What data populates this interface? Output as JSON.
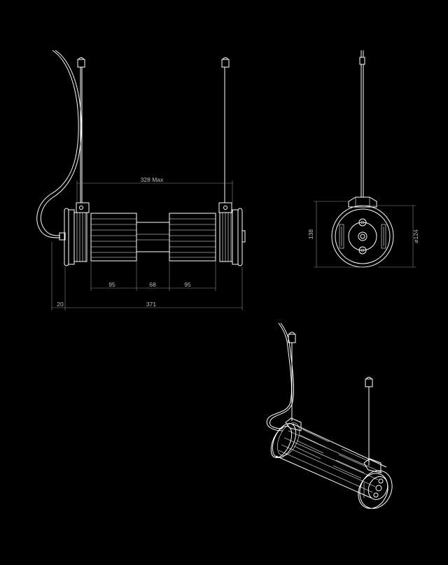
{
  "colors": {
    "background": "#000000",
    "line": "#ffffff",
    "dimension": "#8c8c8c",
    "dimension_text": "#bdbdbd"
  },
  "dimensions": {
    "max_width": "328 Max",
    "glass_left": "95",
    "gap": "68",
    "glass_right": "95",
    "cap": "20",
    "overall": "371",
    "height": "138",
    "diameter": "124",
    "diameter_symbol": "⌀"
  }
}
